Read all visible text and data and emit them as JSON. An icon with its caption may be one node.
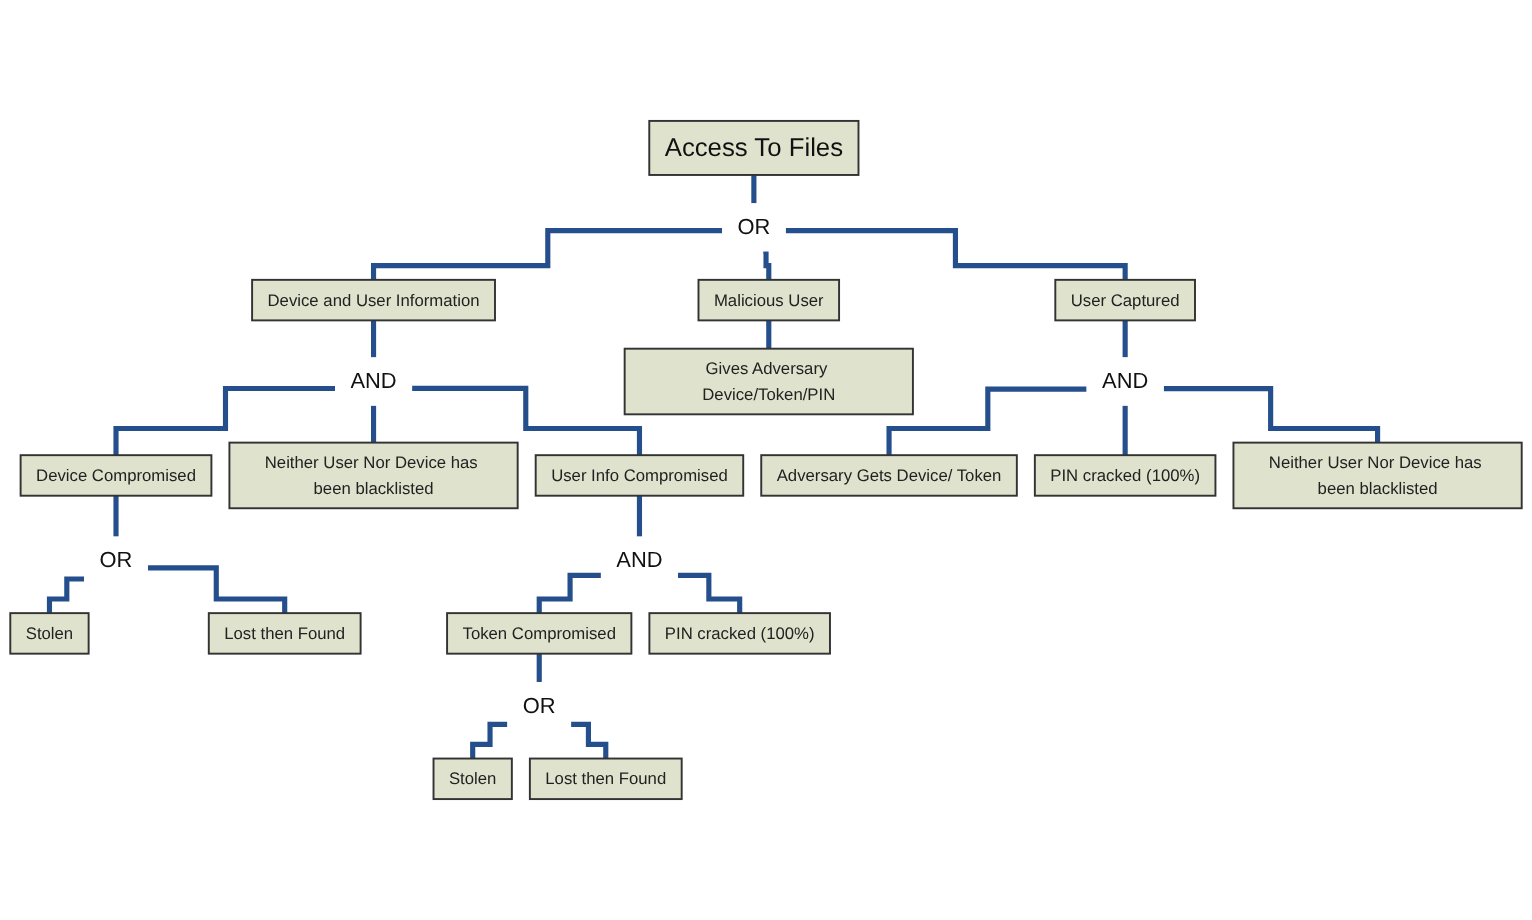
{
  "diagram": {
    "nodes": [
      {
        "text": [
          "Access To Files"
        ]
      },
      {
        "text": [
          "OR"
        ]
      },
      {
        "text": [
          "User Captured"
        ]
      },
      {
        "text": [
          "Device and User Information"
        ]
      },
      {
        "text": [
          "Malicious User"
        ]
      },
      {
        "text": [
          "AND"
        ]
      },
      {
        "text": [
          "Device Compromised"
        ]
      },
      {
        "text": [
          "Neither User Nor Device has been blacklisted"
        ]
      },
      {
        "text": [
          "User Info Compromised"
        ]
      },
      {
        "text": [
          "Gives Adversary Device/Token/PIN"
        ]
      },
      {
        "text": [
          "AND"
        ]
      },
      {
        "text": [
          "Adversary Gets Device/ Token"
        ]
      },
      {
        "text": [
          "PIN cracked (100%)"
        ]
      },
      {
        "text": [
          "Neither User Nor Device has been blacklisted"
        ]
      },
      {
        "text": [
          "OR"
        ]
      },
      {
        "text": [
          "Stolen"
        ]
      },
      {
        "text": [
          "Lost then Found"
        ]
      },
      {
        "text": [
          "AND"
        ]
      },
      {
        "text": [
          "Token Compromised"
        ]
      },
      {
        "text": [
          "PIN cracked (100%)"
        ]
      },
      {
        "text": [
          "OR"
        ]
      },
      {
        "text": [
          "Stolen"
        ]
      },
      {
        "text": [
          "Lost then Found"
        ]
      }
    ],
    "edges": [
      {
        "from": 0,
        "to": 1,
        "arrow": "none"
      },
      {
        "from": 1,
        "to": 2,
        "arrow": "none"
      },
      {
        "from": 1,
        "to": 3,
        "arrow": "none"
      },
      {
        "from": 1,
        "to": 4,
        "arrow": "none"
      },
      {
        "from": 3,
        "to": 5,
        "arrow": "none"
      },
      {
        "from": 5,
        "to": 6,
        "arrow": "none"
      },
      {
        "from": 5,
        "to": 7,
        "arrow": "none"
      },
      {
        "from": 5,
        "to": 8,
        "arrow": "none"
      },
      {
        "from": 4,
        "to": 9,
        "arrow": "none"
      },
      {
        "from": 2,
        "to": 10,
        "arrow": "none"
      },
      {
        "from": 10,
        "to": 11,
        "arrow": "none"
      },
      {
        "from": 10,
        "to": 12,
        "arrow": "none"
      },
      {
        "from": 10,
        "to": 13,
        "arrow": "none"
      },
      {
        "from": 6,
        "to": 14,
        "arrow": "none"
      },
      {
        "from": 14,
        "to": 15,
        "arrow": "none"
      },
      {
        "from": 14,
        "to": 16,
        "arrow": "none"
      },
      {
        "from": 8,
        "to": 17,
        "arrow": "none"
      },
      {
        "from": 17,
        "to": 18,
        "arrow": "none"
      },
      {
        "from": 17,
        "to": 19,
        "arrow": "none"
      },
      {
        "from": 18,
        "to": 20,
        "arrow": "none"
      },
      {
        "from": 20,
        "to": 21,
        "arrow": "none"
      },
      {
        "from": 20,
        "to": 22,
        "arrow": "none"
      }
    ]
  }
}
